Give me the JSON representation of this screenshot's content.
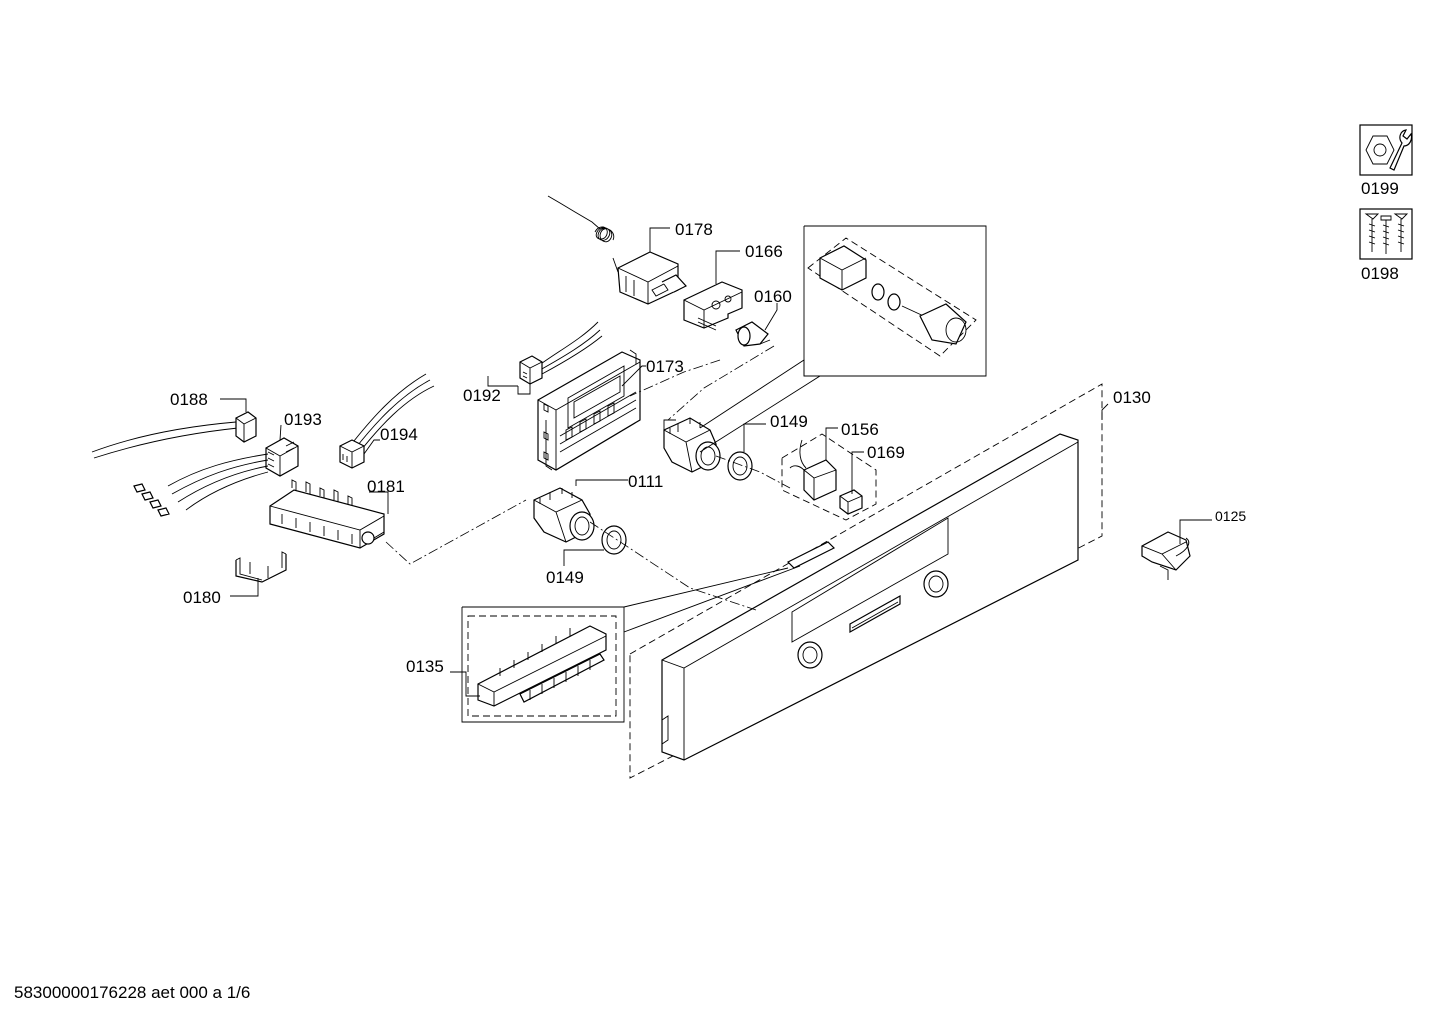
{
  "labels": {
    "p0178": "0178",
    "p0166": "0166",
    "p0160": "0160",
    "p0173": "0173",
    "p0192": "0192",
    "p0188": "0188",
    "p0193": "0193",
    "p0194": "0194",
    "p0181": "0181",
    "p0180": "0180",
    "p0111": "0111",
    "p0149a": "0149",
    "p0149b": "0149",
    "p0156": "0156",
    "p0169": "0169",
    "p0130": "0130",
    "p0125": "0125",
    "p0135": "0135",
    "p0199": "0199",
    "p0198": "0198"
  },
  "footer": "58300000176228 aet 000 a 1/6"
}
